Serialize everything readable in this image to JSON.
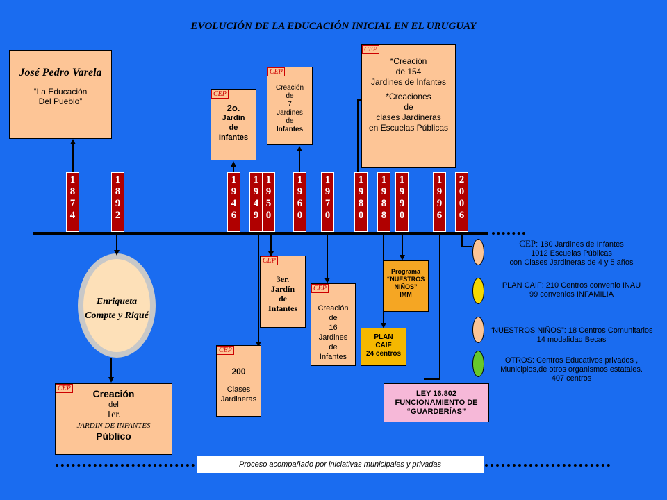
{
  "title": "EVOLUCIÓN DE LA EDUCACIÓN  INICIAL EN EL URUGUAY",
  "cep_tag": "CEP",
  "varela": {
    "name": "José Pedro Varela",
    "quote_line1": "“La Educación",
    "quote_line2": "Del Pueblo”"
  },
  "enriqueta": {
    "line1": "Enriqueta",
    "line2": "Compte y Riqué"
  },
  "creacion_primer": {
    "l1": "Creación",
    "l2": "del",
    "l3": "1er.",
    "l4": "JARDÍN DE INFANTES",
    "l5": "Público"
  },
  "segundo_jardin": {
    "l1": "2o.",
    "l2": "Jardín",
    "l3": "de",
    "l4": "Infantes"
  },
  "tercer_jardin": {
    "l1": "3er.",
    "l2": "Jardín",
    "l3": "de",
    "l4": "Infantes"
  },
  "clases_200": {
    "l1": "200",
    "l2": "Clases",
    "l3": "Jardineras"
  },
  "siete_jardines": {
    "l1": "Creación",
    "l2": "de",
    "l3": "7",
    "l4": "Jardines",
    "l5": "de",
    "l6": "Infantes"
  },
  "dieciseis_jardines": {
    "l1": "Creación",
    "l2": "de",
    "l3": "16",
    "l4": "Jardines",
    "l5": "de",
    "l6": "Infantes"
  },
  "creacion_154": {
    "l1": "*Creación",
    "l2": "de 154",
    "l3": "Jardines de Infantes",
    "l4": "*Creaciones",
    "l5": "de",
    "l6": "clases Jardineras",
    "l7": "en Escuelas Públicas"
  },
  "programa": {
    "l1": "Programa",
    "l2": "“NUESTROS",
    "l3": "NIÑOS”",
    "l4": "IMM"
  },
  "plan_caif": {
    "l1": "PLAN",
    "l2": "CAIF",
    "l3": "24 centros"
  },
  "ley": {
    "l1": "LEY 16.802",
    "l2": "FUNCIONAMIENTO DE",
    "l3": "“GUARDERÍAS”"
  },
  "years": [
    "1874",
    "1892",
    "1946",
    "1949",
    "1950",
    "1960",
    "1970",
    "1980",
    "1988",
    "1990",
    "1996",
    "2006"
  ],
  "legend": {
    "cep_label": "CEP",
    "cep_l1": ": 180 Jardines de Infantes",
    "cep_l2": "1012 Escuelas Públicas",
    "cep_l3": "con Clases Jardineras de 4 y 5 años",
    "plan_l1": "PLAN     CAIF:  210   Centros convenio INAU",
    "plan_l2": "99 convenios INFAMILIA",
    "nn_l1": "“NUESTROS NIÑOS”: 18 Centros Comunitarios",
    "nn_l2": "14   modalidad Becas",
    "otros_l1": "OTROS: Centros Educativos  privados ,",
    "otros_l2": "Municipios,de   otros organismos estatales.",
    "otros_l3": "407 centros"
  },
  "footer": "Proceso acompañado por iniciativas municipales y privadas",
  "colors": {
    "background": "#1a6cf0",
    "box": "#fdc596",
    "year": "#b00000",
    "programa": "#f5a623",
    "plan": "#f5b800",
    "ley": "#f6b8d8"
  }
}
